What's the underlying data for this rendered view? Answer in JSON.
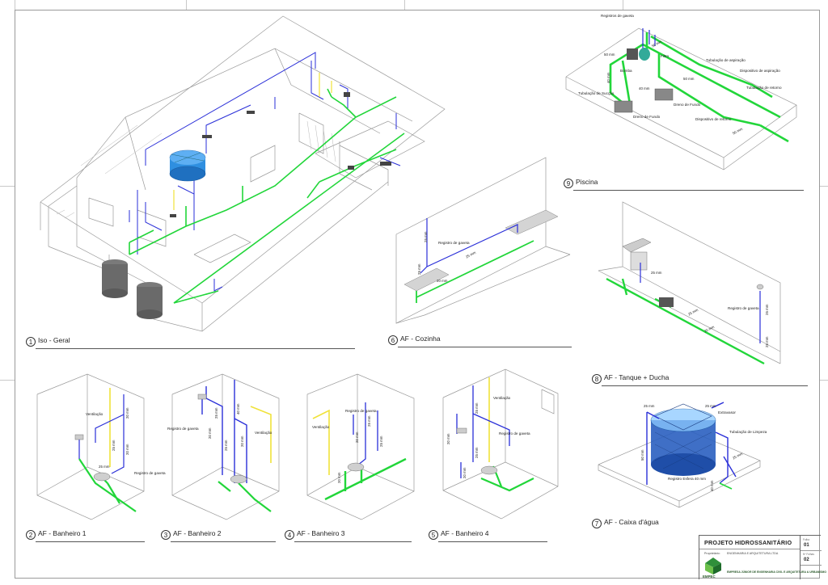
{
  "title_block": {
    "project_title": "PROJETO HIDROSSANITÁRIO",
    "proprietario_label": "Proprietário:",
    "proprietario_value": "ENGENHARIA E ARQUITETURA LTDA",
    "folha_label": "Folha",
    "folha_value": "01",
    "total_label": "Nº Folhas",
    "total_value": "02",
    "company_logo_text": "EMPEC",
    "company_name": "EMPRESA JÚNIOR DE ENGENHARIA CIVIL E ARQUITETURA & URBANISMO"
  },
  "views": [
    {
      "num": "1",
      "title": "Iso - Geral"
    },
    {
      "num": "6",
      "title": "AF - Cozinha"
    },
    {
      "num": "9",
      "title": "Piscina"
    },
    {
      "num": "8",
      "title": "AF - Tanque + Ducha"
    },
    {
      "num": "2",
      "title": "AF - Banheiro 1"
    },
    {
      "num": "3",
      "title": "AF - Banheiro 2"
    },
    {
      "num": "4",
      "title": "AF - Banheiro 3"
    },
    {
      "num": "5",
      "title": "AF - Banheiro 4"
    },
    {
      "num": "7",
      "title": "AF - Caixa d'água"
    }
  ],
  "annotations": {
    "piscina": {
      "registros_gaveta": "Registros de gaveta",
      "filtro": "Filtro",
      "bomba": "Bomba",
      "tubulacao_aspiracao": "Tubulação de aspiração",
      "dispositivo_aspiracao": "Dispositivo de aspiração",
      "tubulacao_retorno": "Tubulação de retorno",
      "tubulacao_succao": "Tubulação de Sucção",
      "dreno_fundo_1": "Dreno de Fundo",
      "dreno_fundo_2": "Dreno de Fundo",
      "dispositivo_retorno": "Dispositivo de retorno",
      "dim_50a": "50 mm",
      "dim_50b": "50 mm",
      "dim_40a": "40 mm",
      "dim_50c": "50 mm",
      "dim_40b": "40 mm",
      "dim_50d": "50 mm"
    },
    "cozinha": {
      "registro_gaveta": "Registro de gaveta",
      "dim_25a": "25 mm",
      "dim_25b": "25 mm",
      "dim_20": "20 mm",
      "dim_25c": "25 mm"
    },
    "tanque": {
      "dim_25a": "25 mm",
      "registro_gaveta": "Registro de gaveta",
      "dim_25b": "25 mm",
      "dim_25c": "25 mm",
      "dim_20": "20 mm",
      "dim_25d": "25 mm"
    },
    "banheiro1": {
      "ventilacao": "Ventilação",
      "registro_gaveta": "Registro de gaveta",
      "dim_20a": "20 mm",
      "dim_25a": "25 mm",
      "dim_20b": "20 mm",
      "dim_25b": "25 mm"
    },
    "banheiro2": {
      "registro_gaveta": "Registro de gaveta",
      "ventilacao": "Ventilação",
      "dim_25a": "25 mm",
      "dim_20a": "20 mm",
      "dim_25b": "25 mm",
      "dim_20b": "20 mm",
      "dim_40": "40 mm"
    },
    "banheiro3": {
      "ventilacao": "Ventilação",
      "registro_gaveta": "Registro de gaveta",
      "dim_25a": "25 mm",
      "dim_20a": "20 mm",
      "dim_25b": "25 mm",
      "dim_20b": "20 mm"
    },
    "banheiro4": {
      "ventilacao": "Ventilação",
      "registro_gaveta": "Registro de gaveta",
      "dim_25a": "25 mm",
      "dim_20a": "20 mm",
      "dim_25b": "25 mm",
      "dim_20b": "20 mm"
    },
    "caixa": {
      "dim_25a": "25 mm",
      "dim_25b": "25 mm",
      "extravasor": "Extravasor",
      "tubulacao_limpeza": "Tubulação de Limpeza",
      "registro_esfera": "Registro Esfera 40 mm",
      "dim_50": "50 mm",
      "dim_40": "40 mm",
      "dim_25c": "25 mm"
    }
  },
  "colors": {
    "cold_water": "#2a2fd8",
    "drain": "#22d63a",
    "ventilation": "#f0e23a",
    "lines": "#8c8c8c",
    "water_tank": "#2f8fe0"
  }
}
